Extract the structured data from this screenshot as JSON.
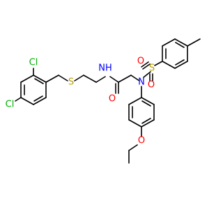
{
  "atoms": {
    "cl_top": {
      "text": "Cl",
      "color": "#00b000"
    },
    "cl_left": {
      "text": "Cl",
      "color": "#00b000"
    },
    "s_thio": {
      "text": "S",
      "color": "#b8a000"
    },
    "nh_amide": {
      "text": "NH",
      "color": "#0000ff"
    },
    "o_carbonyl": {
      "text": "O",
      "color": "#ff0000"
    },
    "n_sulfon": {
      "text": "N",
      "color": "#0000ff"
    },
    "s_sulfon": {
      "text": "S",
      "color": "#b8a000"
    },
    "o_sulfon_a": {
      "text": "O",
      "color": "#ff0000"
    },
    "o_sulfon_b": {
      "text": "O",
      "color": "#ff0000"
    },
    "o_ether": {
      "text": "O",
      "color": "#ff0000"
    }
  }
}
